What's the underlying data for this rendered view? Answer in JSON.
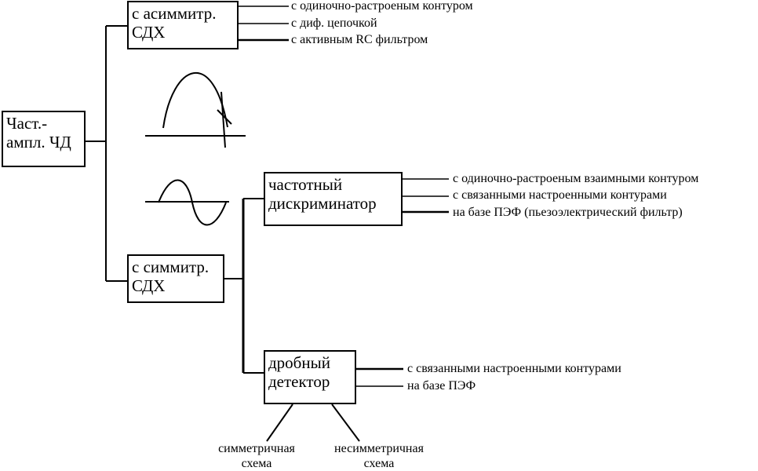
{
  "root": {
    "line1": "Част.-",
    "line2": "ампл. ЧД"
  },
  "asym": {
    "line1": "с асиммитр.",
    "line2": "СДХ",
    "outputs": [
      "с одиночно-растроеным контуром",
      "с диф. цепочкой",
      "с активным RC фильтром"
    ]
  },
  "sym": {
    "line1": "с симмитр.",
    "line2": "СДХ"
  },
  "freq_disc": {
    "line1": "частотный",
    "line2": "дискриминатор",
    "outputs": [
      "с одиночно-растроеным взаимными контуром",
      "с связанными настроенными контурами",
      "на базе ПЭФ (пьезоэлектрический фильтр)"
    ]
  },
  "ratio_det": {
    "line1": "дробный",
    "line2": "детектор",
    "outputs": [
      "с связанными настроенными контурами",
      "на базе ПЭФ"
    ]
  },
  "ratio_schemes": {
    "symmetric": {
      "line1": "симметричная",
      "line2": "схема"
    },
    "asymmetric": {
      "line1": "несимметричная",
      "line2": "схема"
    }
  },
  "colors": {
    "ink": "#000000",
    "background": "#ffffff"
  }
}
